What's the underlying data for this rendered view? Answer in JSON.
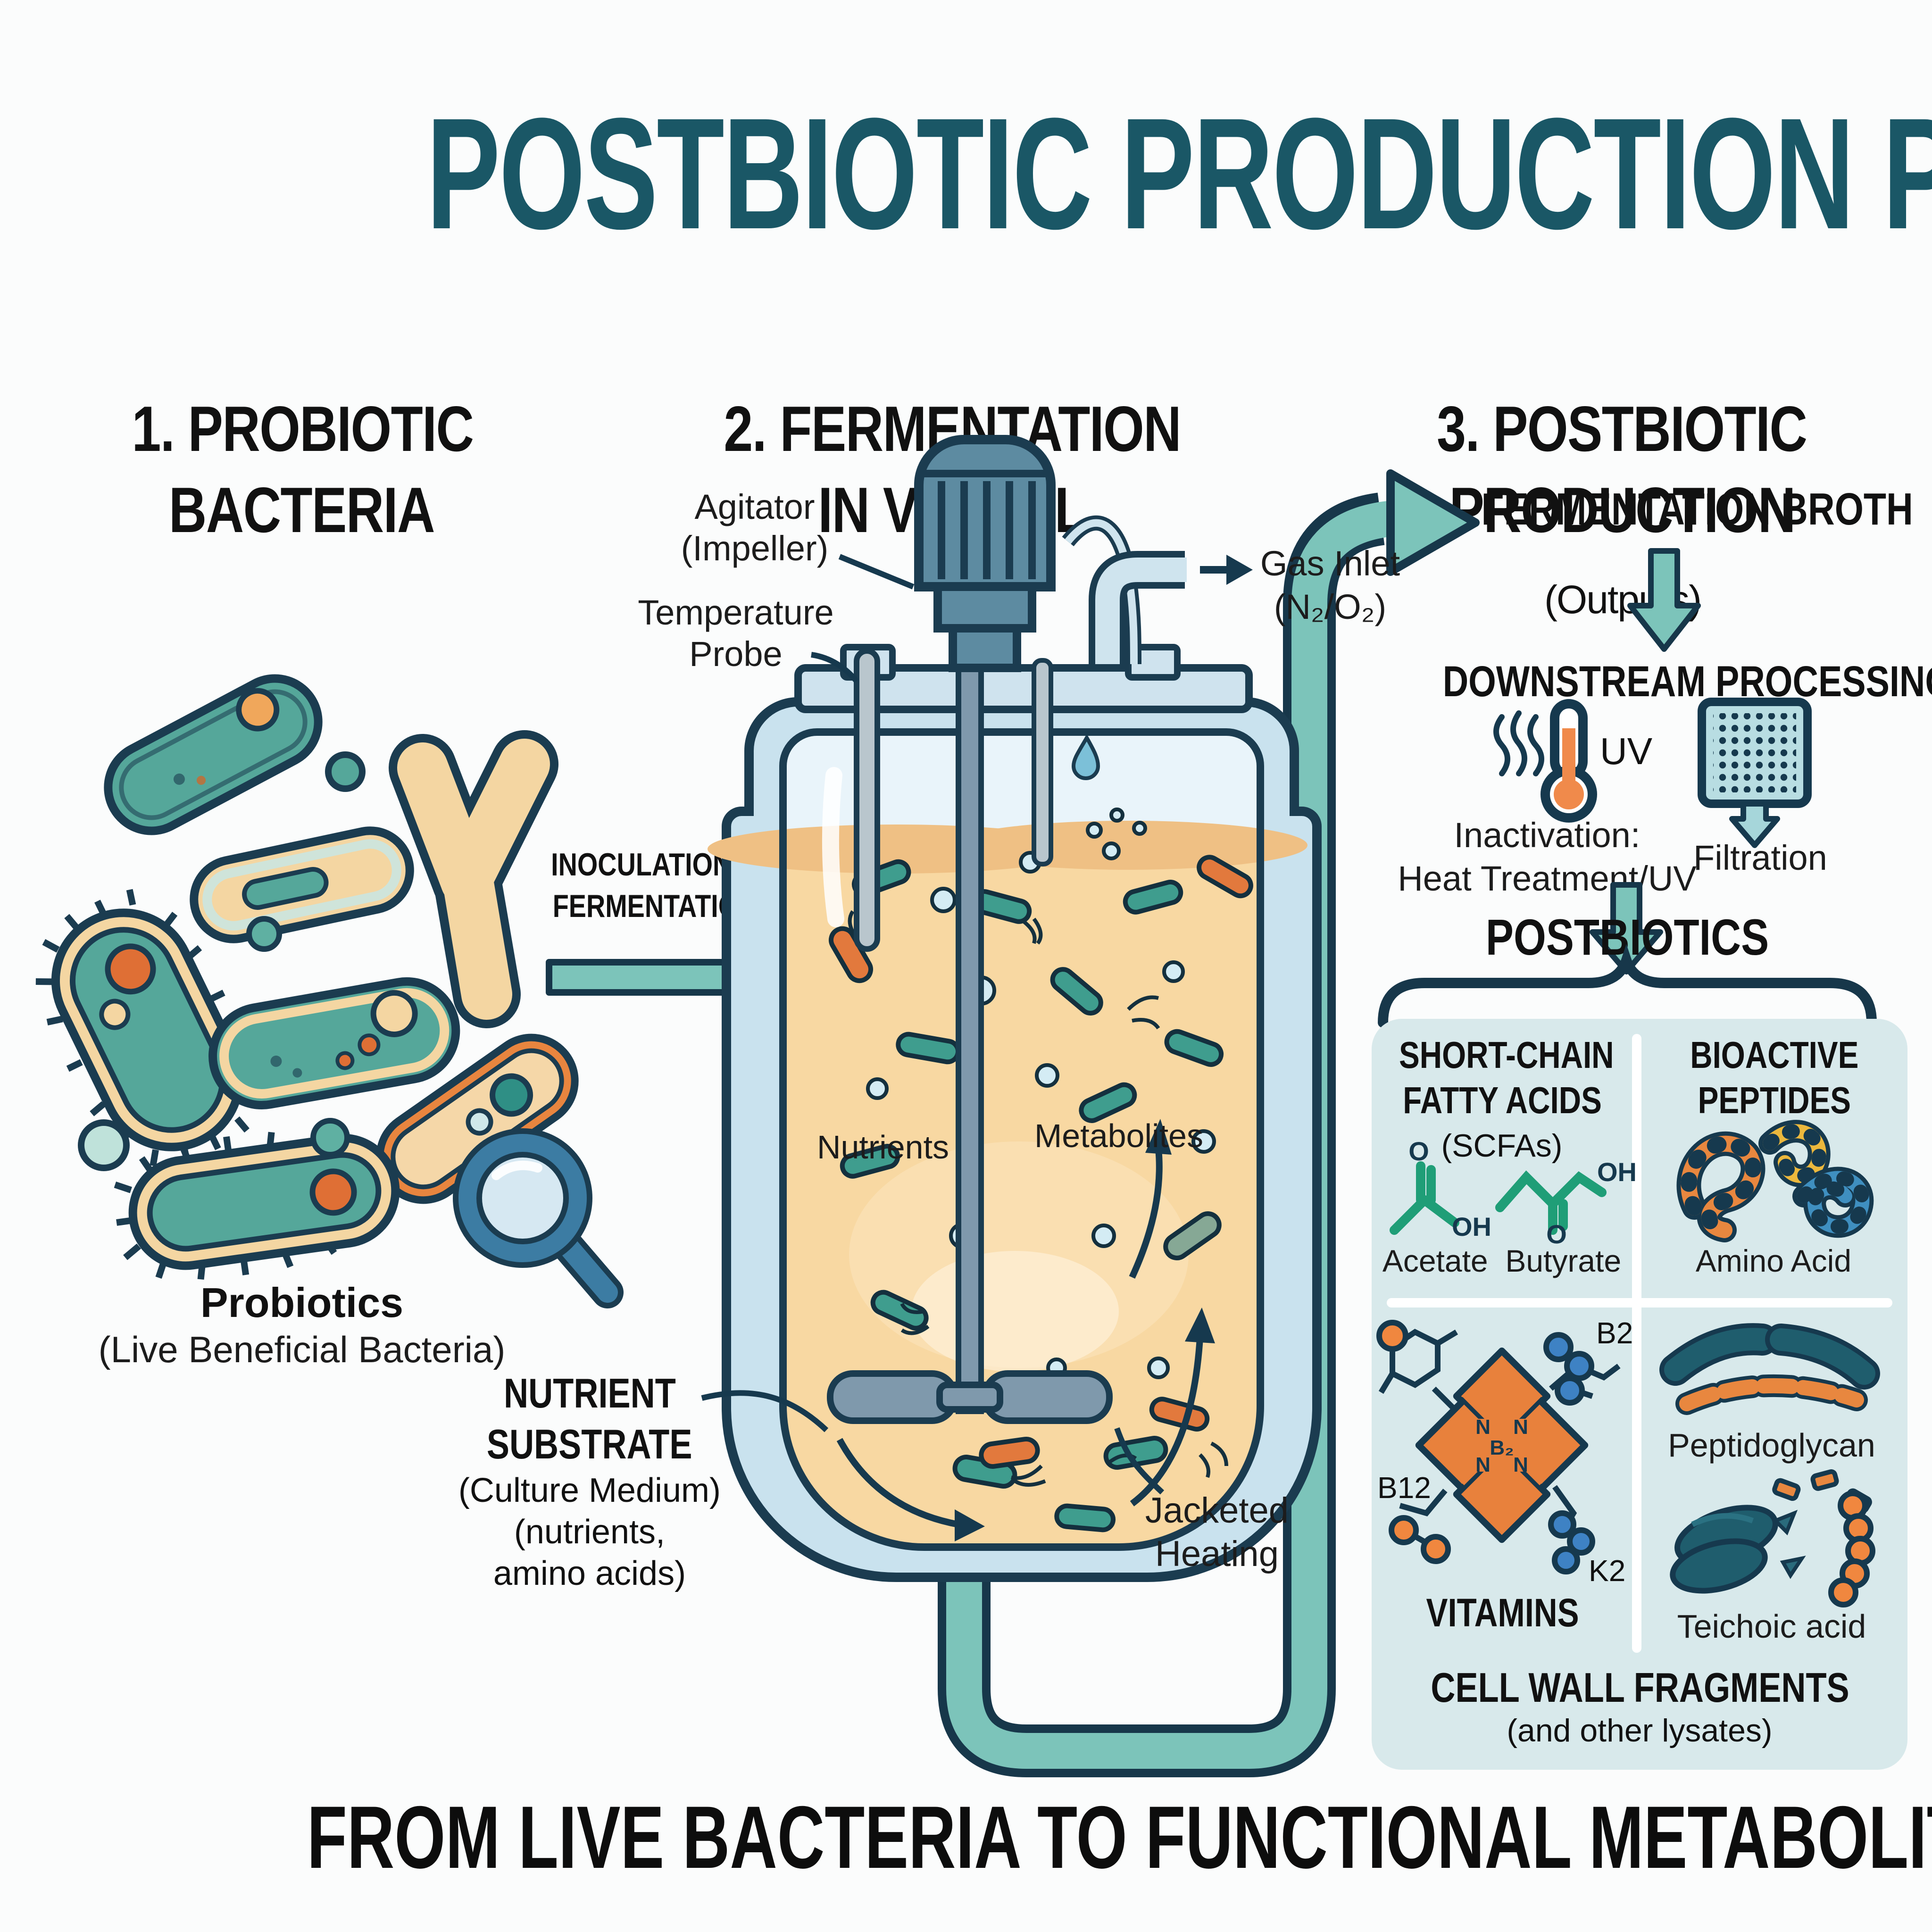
{
  "title": "POSTBIOTIC PRODUCTION PROCESS",
  "sections": {
    "s1a": "1. PROBIOTIC",
    "s1b": "BACTERIA",
    "s2a": "2. FERMENTATION",
    "s2b": "IN VESSEL",
    "s3a": "3. POSTBIOTIC",
    "s3b": "PRODUCTION",
    "s3c": "(Outputs)"
  },
  "probiotics": {
    "name": "Probiotics",
    "sub": "(Live Beneficial Bacteria)"
  },
  "inoculation": {
    "l1": "INOCULATION &",
    "l2": "FERMENTATION"
  },
  "vessel": {
    "agitator1": "Agitator",
    "agitator2": "(Impeller)",
    "temp1": "Temperature",
    "temp2": "Probe",
    "gas1": "Gas Inlet",
    "gas2": "(N₂/O₂)",
    "nutrients": "Nutrients",
    "metabolites": "Metabolites",
    "substrate1": "NUTRIENT",
    "substrate2": "SUBSTRATE",
    "substrate3": "(Culture Medium)",
    "substrate4": "(nutrients,",
    "substrate5": "amino acids)",
    "jacketed1": "Jacketed",
    "jacketed2": "Heating"
  },
  "flow": {
    "broth": "FERMENTATION BROTH",
    "downstream": "DOWNSTREAM PROCESSING",
    "uv": "UV",
    "inact1": "Inactivation:",
    "inact2": "Heat Treatment/UV",
    "filtration": "Filtration",
    "postbiotics": "POSTBIOTICS"
  },
  "panel": {
    "scfa1": "SHORT-CHAIN",
    "scfa2": "FATTY ACIDS",
    "scfa3": "(SCFAs)",
    "acetate": "Acetate",
    "butyrate": "Butyrate",
    "o": "O",
    "oh": "OH",
    "bio1": "BIOACTIVE",
    "bio2": "PEPTIDES",
    "amino": "Amino Acid",
    "vitamins": "VITAMINS",
    "b2": "B2",
    "b12": "B12",
    "k2": "K2",
    "center": "B₂",
    "n": "N",
    "peptidoglycan": "Peptidoglycan",
    "teichoic": "Teichoic acid",
    "cellwall1": "CELL WALL FRAGMENTS",
    "cellwall2": "(and other lysates)"
  },
  "tagline": "FROM LIVE BACTERIA TO FUNCTIONAL METABOLITES",
  "colors": {
    "title_teal": "#1a5766",
    "navy": "#1b3c50",
    "arrow_teal": "#7cc4ba",
    "bacteria_teal": "#55a79a",
    "orange": "#e8823f",
    "beige": "#f4d6a2",
    "broth": "#f8d8a2",
    "vessel_blue": "#c9e2ee",
    "panel_bg": "#d8e9eb",
    "scfa_green": "#1f9e77",
    "blue_dot": "#3e82c4",
    "dark_teal": "#1f5d6d"
  }
}
